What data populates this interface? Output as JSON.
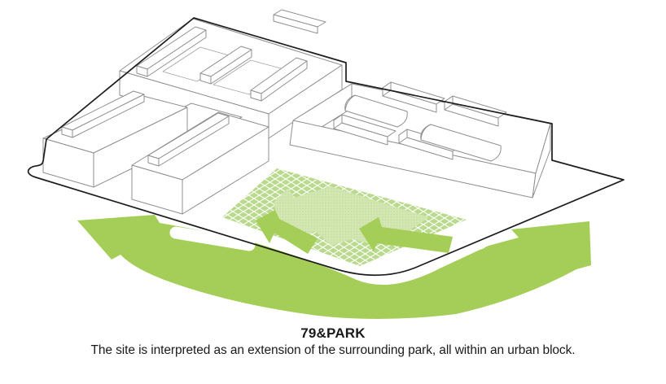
{
  "figure": {
    "title": "79&PARK",
    "caption": "The site is interpreted as an extension of the surrounding park, all within an urban block."
  },
  "diagram": {
    "site_label": "urban-block-boundary",
    "park_label": "park-extension-surface",
    "arrow_label": "surrounding-park-flow-arrow",
    "branch_arrows_label": "park-entry-arrows",
    "buildings_label": "surrounding-building-volumes"
  },
  "colors": {
    "arrow_green": "#a5ce58",
    "park_green": "#b9da8c",
    "park_light_green": "#d2e6b2",
    "dot_green": "#bed898",
    "outline_dark": "#1d1d1b",
    "building_line": "#8f8f8f",
    "text_color": "#1a1a1a",
    "background": "#ffffff"
  }
}
